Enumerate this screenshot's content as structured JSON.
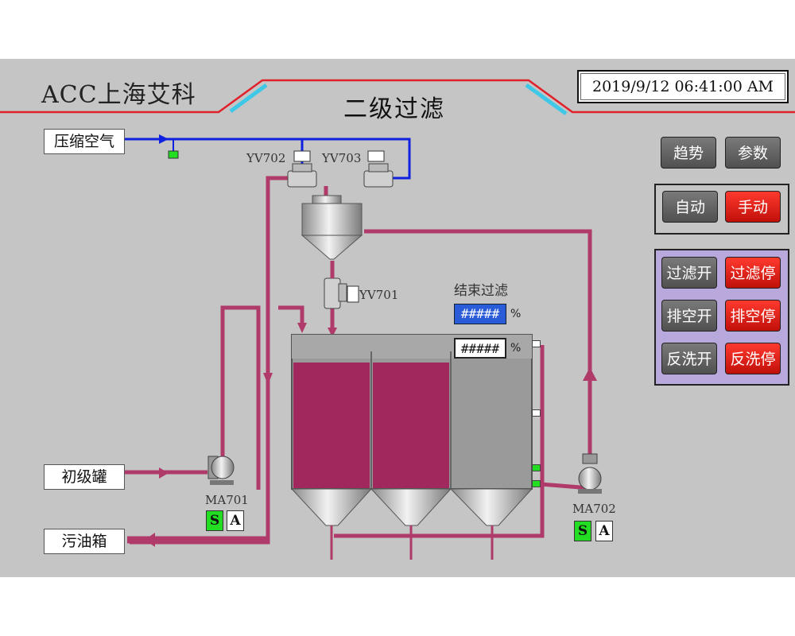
{
  "header": {
    "brand": "ACC上海艾科",
    "title": "二级过滤",
    "datetime": "2019/9/12 06:41:00 AM"
  },
  "sources": {
    "compressed_air": "压缩空气",
    "primary_tank": "初级罐",
    "waste_oil_box": "污油箱"
  },
  "valves": {
    "yv702": "YV702",
    "yv703": "YV703",
    "yv701": "YV701"
  },
  "filter": {
    "end_filter_label": "结束过滤",
    "setpoint_value": "#####",
    "actual_value": "#####",
    "unit": "%"
  },
  "pumps": {
    "ma701": {
      "label": "MA701",
      "s": "S",
      "a": "A"
    },
    "ma702": {
      "label": "MA702",
      "s": "S",
      "a": "A"
    }
  },
  "buttons": {
    "trend": "趋势",
    "params": "参数",
    "auto": "自动",
    "manual": "手动",
    "filter_on": "过滤开",
    "filter_off": "过滤停",
    "drain_on": "排空开",
    "drain_off": "排空停",
    "backwash_on": "反洗开",
    "backwash_off": "反洗停"
  },
  "colors": {
    "pipe": "#b03a6a",
    "air_pipe": "#1020e0",
    "liquid": "#a0285c",
    "header_line": "#e0202a",
    "accent_cyan": "#3ec8e8",
    "running_green": "#22dd22",
    "stop_red": "#e41c16"
  }
}
